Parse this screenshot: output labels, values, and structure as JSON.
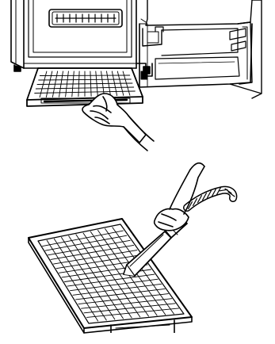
{
  "figure": {
    "panels": [
      {
        "id": "remove-filter",
        "subject": "appliance-lower-grille-filter-removal"
      },
      {
        "id": "vacuum-filter",
        "subject": "filter-cleaning-with-vacuum-hose"
      }
    ],
    "colors": {
      "ink": "#000000",
      "paper": "#ffffff"
    },
    "icons": [
      "hand-icon",
      "vacuum-hose-icon",
      "filter-grid-icon"
    ]
  }
}
